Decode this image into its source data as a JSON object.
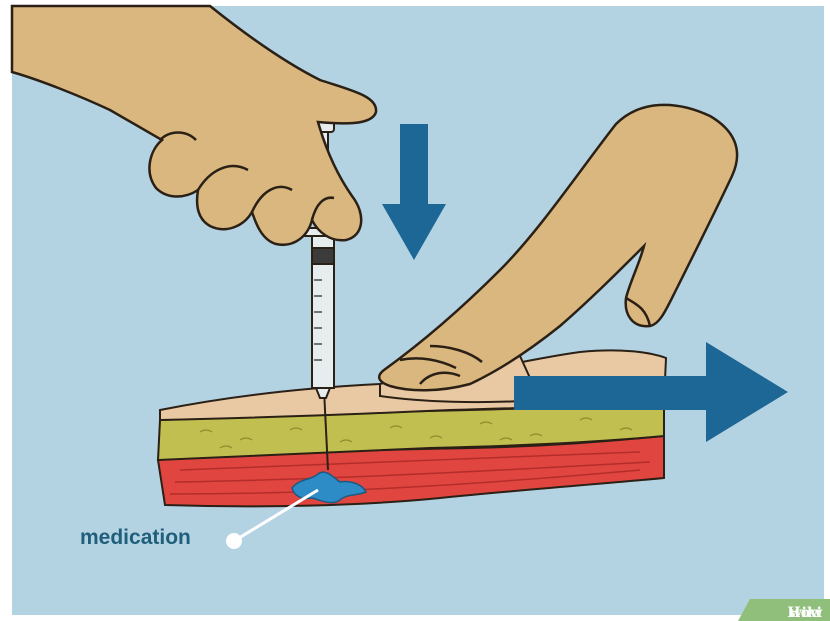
{
  "illustration": {
    "label": "medication",
    "watermark": {
      "text_a": "wiki",
      "text_b": "How"
    },
    "colors": {
      "background": "#b4d3e2",
      "skin": "#d9b77e",
      "skin_outline": "#2b2016",
      "arrow": "#1c6796",
      "epidermis": "#e9c9a4",
      "fat": "#c1bf4f",
      "muscle": "#e0453f",
      "medication": "#2d8bc6",
      "label": "#1f5f7c"
    },
    "icons": [
      "syringe-icon",
      "arrow-down-icon",
      "arrow-right-icon",
      "left-hand-icon",
      "right-hand-icon"
    ]
  }
}
